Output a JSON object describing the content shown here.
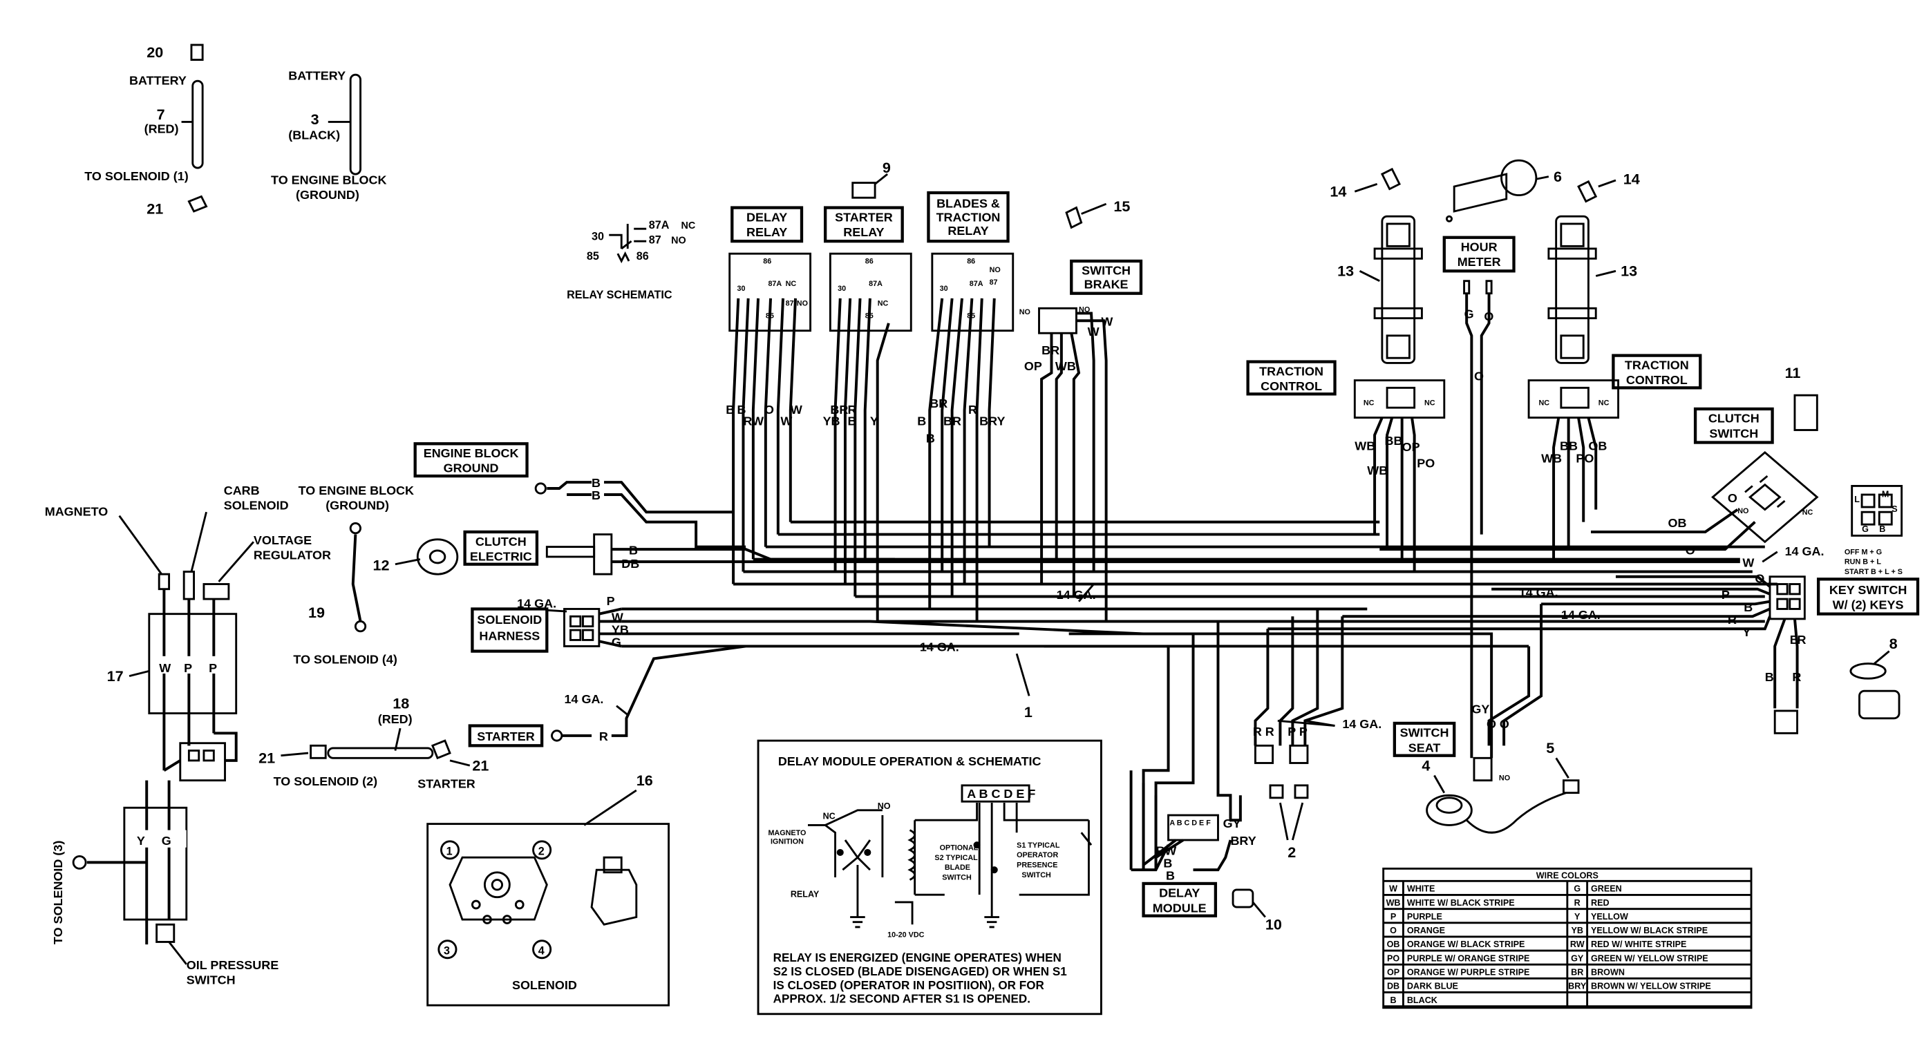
{
  "parts": {
    "p20": "20",
    "battery1": "BATTERY",
    "p7": "7",
    "red1": "(RED)",
    "to_solenoid_1": "TO SOLENOID (1)",
    "p21a": "21",
    "battery2": "BATTERY",
    "p3": "3",
    "black": "(BLACK)",
    "to_engine_block_a": "TO ENGINE BLOCK",
    "ground_a": "(GROUND)",
    "magneto": "MAGNETO",
    "carb_solenoid_1": "CARB",
    "carb_solenoid_2": "SOLENOID",
    "voltage_regulator_1": "VOLTAGE",
    "voltage_regulator_2": "REGULATOR",
    "to_engine_block_b": "TO ENGINE BLOCK",
    "ground_b": "(GROUND)",
    "p12": "12",
    "p19": "19",
    "to_solenoid_4": "TO SOLENOID (4)",
    "p17": "17",
    "p18": "18",
    "red2": "(RED)",
    "p21b": "21",
    "to_solenoid_2": "TO SOLENOID (2)",
    "p21c": "21",
    "starter_label": "STARTER",
    "to_solenoid_3": "TO SOLENOID (3)",
    "oil_pressure_1": "OIL PRESSURE",
    "oil_pressure_2": "SWITCH",
    "p16": "16",
    "solenoid": "SOLENOID",
    "p9": "9",
    "p15": "15",
    "p14a": "14",
    "p14b": "14",
    "p13a": "13",
    "p13b": "13",
    "p6": "6",
    "p11": "11",
    "p8": "8",
    "p1": "1",
    "p2": "2",
    "p4": "4",
    "p5": "5",
    "p10": "10",
    "sol_1": "1",
    "sol_2": "2",
    "sol_3": "3",
    "sol_4": "4"
  },
  "boxes": {
    "delay_relay": [
      "DELAY",
      "RELAY"
    ],
    "starter_relay": [
      "STARTER",
      "RELAY"
    ],
    "blades_relay": [
      "BLADES &",
      "TRACTION",
      "RELAY"
    ],
    "switch_brake": [
      "SWITCH",
      "BRAKE"
    ],
    "hour_meter": [
      "HOUR",
      "METER"
    ],
    "traction_control_left": [
      "TRACTION",
      "CONTROL"
    ],
    "traction_control_right": [
      "TRACTION",
      "CONTROL"
    ],
    "clutch_switch": [
      "CLUTCH",
      "SWITCH"
    ],
    "key_switch": [
      "KEY SWITCH",
      "W/ (2) KEYS"
    ],
    "engine_block_ground": [
      "ENGINE BLOCK",
      "GROUND"
    ],
    "clutch_electric": [
      "CLUTCH",
      "ELECTRIC"
    ],
    "solenoid_harness": [
      "SOLENOID",
      "HARNESS"
    ],
    "starter": [
      "STARTER"
    ],
    "switch_seat": [
      "SWITCH",
      "SEAT"
    ],
    "delay_module": [
      "DELAY",
      "MODULE"
    ]
  },
  "relay_schematic": {
    "t30": "30",
    "t87a": "87A",
    "nc": "NC",
    "t87": "87",
    "no": "NO",
    "t85": "85",
    "t86": "86",
    "title": "RELAY SCHEMATIC"
  },
  "relay_pins": {
    "r86": "86",
    "r30": "30",
    "r87a": "87A",
    "rnc": "NC",
    "r87": "87",
    "rno": "NO",
    "r85": "85"
  },
  "wire_labels": {
    "dr_b": "B",
    "dr_b2": "B",
    "dr_rw": "RW",
    "dr_o": "O",
    "dr_w": "W",
    "dr_w2": "W",
    "sr_br": "BR",
    "sr_r": "R",
    "sr_yb": "YB",
    "sr_b": "B",
    "sr_y": "Y",
    "bt_b": "B",
    "bt_b2": "B",
    "bt_br": "BR",
    "bt_r": "R",
    "bt_br2": "BR",
    "bt_bry": "BRY",
    "bt_b3": "B",
    "sb_no": "NO",
    "sb_no2": "NO",
    "sb_br": "BR",
    "sb_op": "OP",
    "sb_wb": "WB",
    "sb_w": "W",
    "sb_w2": "W",
    "tc_nc": "NC",
    "tc_no": "NC",
    "tc_wb": "WB",
    "tc_bb": "BB",
    "tc_op": "OP",
    "tc_wb2": "WB",
    "tc_po": "PO",
    "tc2_nc": "NC",
    "tc2_no": "NC",
    "tc2_bb": "BB",
    "tc2_ob": "OB",
    "tc2_wb": "WB",
    "tc2_po": "PO",
    "hm_g": "G",
    "hm_o": "O",
    "hm_o2": "O",
    "ebg_b": "B",
    "ebg_b2": "B",
    "ce_b": "B",
    "ce_db": "DB",
    "sh_14ga": "14 GA.",
    "sh_p": "P",
    "sh_w": "W",
    "sh_yb": "YB",
    "sh_g": "G",
    "ga_1": "14 GA.",
    "ga_2": "14 GA.",
    "ga_3": "14 GA.",
    "ga_4": "14 GA.",
    "ga_5": "14 GA.",
    "ga_6": "14 GA.",
    "ga_7": "14 GA.",
    "st_r": "R",
    "cs_o": "O",
    "cs_no": "NO",
    "cs_nc": "NC",
    "cs_ob": "OB",
    "ks_o": "O",
    "ks_w": "W",
    "ks_o2": "O",
    "ks_p": "P",
    "ks_b": "B",
    "ks_r": "R",
    "ks_y": "Y",
    "ks_l": "L",
    "ks_m": "M",
    "ks_s": "S",
    "ks_g": "G",
    "ks_b2": "B",
    "ks_off": "OFF   M + G",
    "ks_run": "RUN   B + L",
    "ks_start": "START B + L + S",
    "k8_b": "B",
    "k8_r": "R",
    "rr": "R R",
    "pp": "P P",
    "gy": "GY",
    "oo": "O O",
    "ss_no": "NO",
    "dm_letters": "A B C D E F",
    "dm_gy": "GY",
    "dm_rw": "RW",
    "dm_b": "B",
    "dm_b2": "B",
    "dm_bry": "BRY",
    "mag_w": "W",
    "mag_p": "P",
    "mag_p2": "P",
    "y": "Y",
    "g": "G"
  },
  "delay_module_box": {
    "title": "DELAY MODULE OPERATION & SCHEMATIC",
    "letters": "A B C D E F",
    "magneto_ignition": [
      "MAGNETO",
      "IGNITION"
    ],
    "nc": "NC",
    "no": "NO",
    "relay": "RELAY",
    "optional_s2": [
      "OPTIONAL",
      "S2 TYPICAL",
      "BLADE",
      "SWITCH"
    ],
    "s1_typical": [
      "S1 TYPICAL",
      "OPERATOR",
      "PRESENCE",
      "SWITCH"
    ],
    "vdc": "10-20 VDC",
    "note": [
      "RELAY IS ENERGIZED (ENGINE OPERATES) WHEN",
      "S2 IS CLOSED (BLADE DISENGAGED) OR WHEN S1",
      "IS CLOSED (OPERATOR IN POSITIION), OR FOR",
      "APPROX. 1/2 SECOND AFTER S1 IS OPENED."
    ]
  },
  "wire_colors": {
    "title": "WIRE COLORS",
    "rows": [
      [
        "W",
        "WHITE",
        "G",
        "GREEN"
      ],
      [
        "WB",
        "WHITE W/ BLACK STRIPE",
        "R",
        "RED"
      ],
      [
        "P",
        "PURPLE",
        "Y",
        "YELLOW"
      ],
      [
        "O",
        "ORANGE",
        "YB",
        "YELLOW W/ BLACK STRIPE"
      ],
      [
        "OB",
        "ORANGE W/ BLACK STRIPE",
        "RW",
        "RED W/ WHITE STRIPE"
      ],
      [
        "PO",
        "PURPLE W/ ORANGE STRIPE",
        "GY",
        "GREEN W/ YELLOW STRIPE"
      ],
      [
        "OP",
        "ORANGE W/ PURPLE STRIPE",
        "BR",
        "BROWN"
      ],
      [
        "DB",
        "DARK BLUE",
        "BRY",
        "BROWN W/ YELLOW STRIPE"
      ],
      [
        "B",
        "BLACK",
        "",
        ""
      ]
    ]
  }
}
